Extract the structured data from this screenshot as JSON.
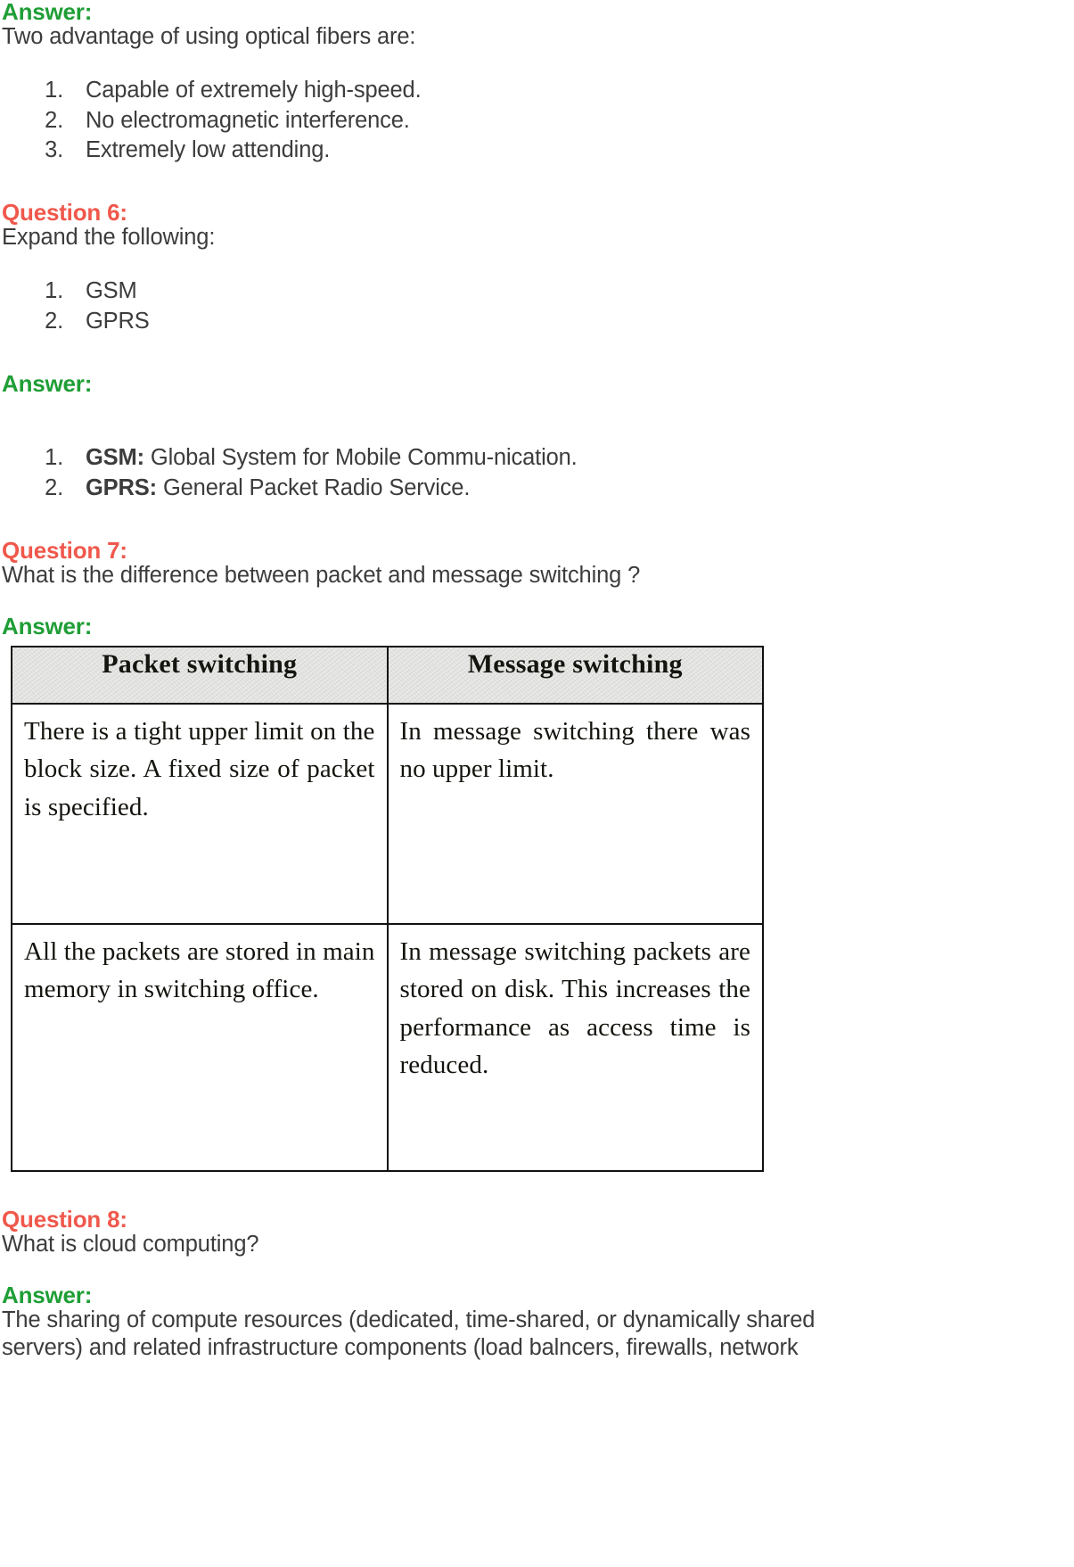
{
  "document": {
    "type": "study-notes",
    "colors": {
      "answer_heading": "#1f9e36",
      "question_heading": "#f0584c",
      "body_text": "#3c3c3c",
      "table_header_bg": "#e9e9e7",
      "table_border": "#111111"
    }
  },
  "section_answer_5": {
    "heading": "Answer:",
    "intro": "Two advantage of using optical fibers are:",
    "items": [
      "Capable of extremely high-speed.",
      "No electromagnetic interference.",
      "Extremely low attending."
    ]
  },
  "question_6": {
    "heading": "Question 6:",
    "prompt": "Expand the following:",
    "items": [
      "GSM",
      "GPRS"
    ]
  },
  "answer_6": {
    "heading": "Answer:",
    "items": [
      {
        "term": "GSM:",
        "definition": " Global System for Mobile Commu-nication."
      },
      {
        "term": "GPRS:",
        "definition": " General Packet Radio Service."
      }
    ]
  },
  "question_7": {
    "heading": "Question 7:",
    "prompt": "What is the difference between packet and message switching ?"
  },
  "answer_7": {
    "heading": "Answer:",
    "table": {
      "headers": [
        "Packet switching",
        "Message switching"
      ],
      "rows": [
        [
          "There is a tight upper limit on the block size. A fixed size of packet is specified.",
          "In message switching there was no upper limit."
        ],
        [
          "All the packets are stored in main memory in switching office.",
          "In message switching packets are stored on disk. This increases the performance as access time is reduced."
        ]
      ]
    }
  },
  "question_8": {
    "heading": "Question 8:",
    "prompt": "What is cloud computing?"
  },
  "answer_8": {
    "heading": "Answer:",
    "line_1": "The sharing of compute resources (dedicated, time-shared, or dynamically shared",
    "line_2": "servers) and related infrastructure components (load balncers, firewalls, network"
  }
}
